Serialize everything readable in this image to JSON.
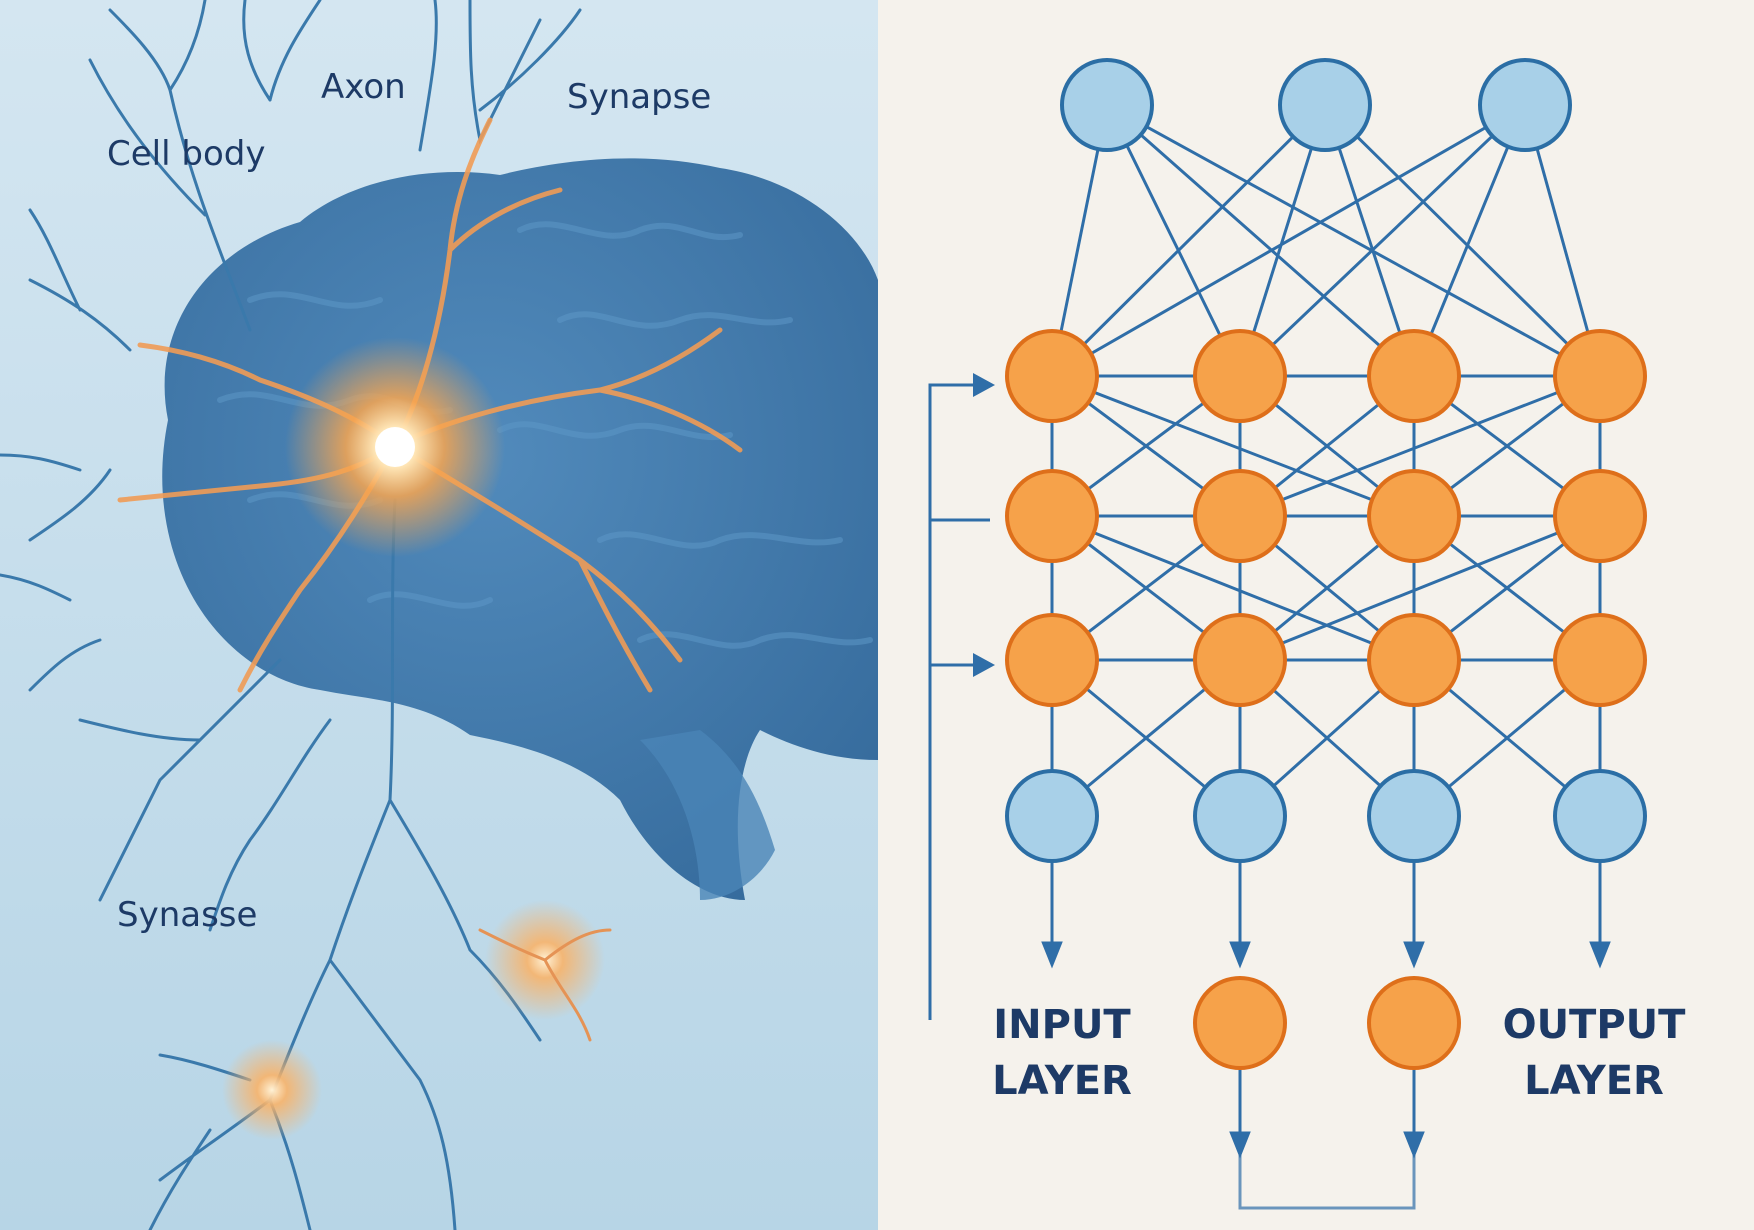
{
  "neuron_panel": {
    "labels": {
      "cell_body": "Cell body",
      "axon": "Axon",
      "synapse": "Synapse",
      "synasse": "Synasse"
    }
  },
  "network_panel": {
    "input_label": [
      "INPUT",
      "LAYER"
    ],
    "output_label": [
      "OUTPUT",
      "LAYER"
    ]
  },
  "colors": {
    "left_background": "#cfe3ef",
    "brain": "#3f79ad",
    "neuron_glow": "#f6a85a",
    "right_background": "#f5f2ec",
    "node_blue": "#a8d0e8",
    "node_blue_stroke": "#2b6ea5",
    "node_orange": "#f6a24a",
    "node_orange_stroke": "#de6f1a",
    "edge": "#2f6ea8",
    "text": "#1d3a66"
  }
}
